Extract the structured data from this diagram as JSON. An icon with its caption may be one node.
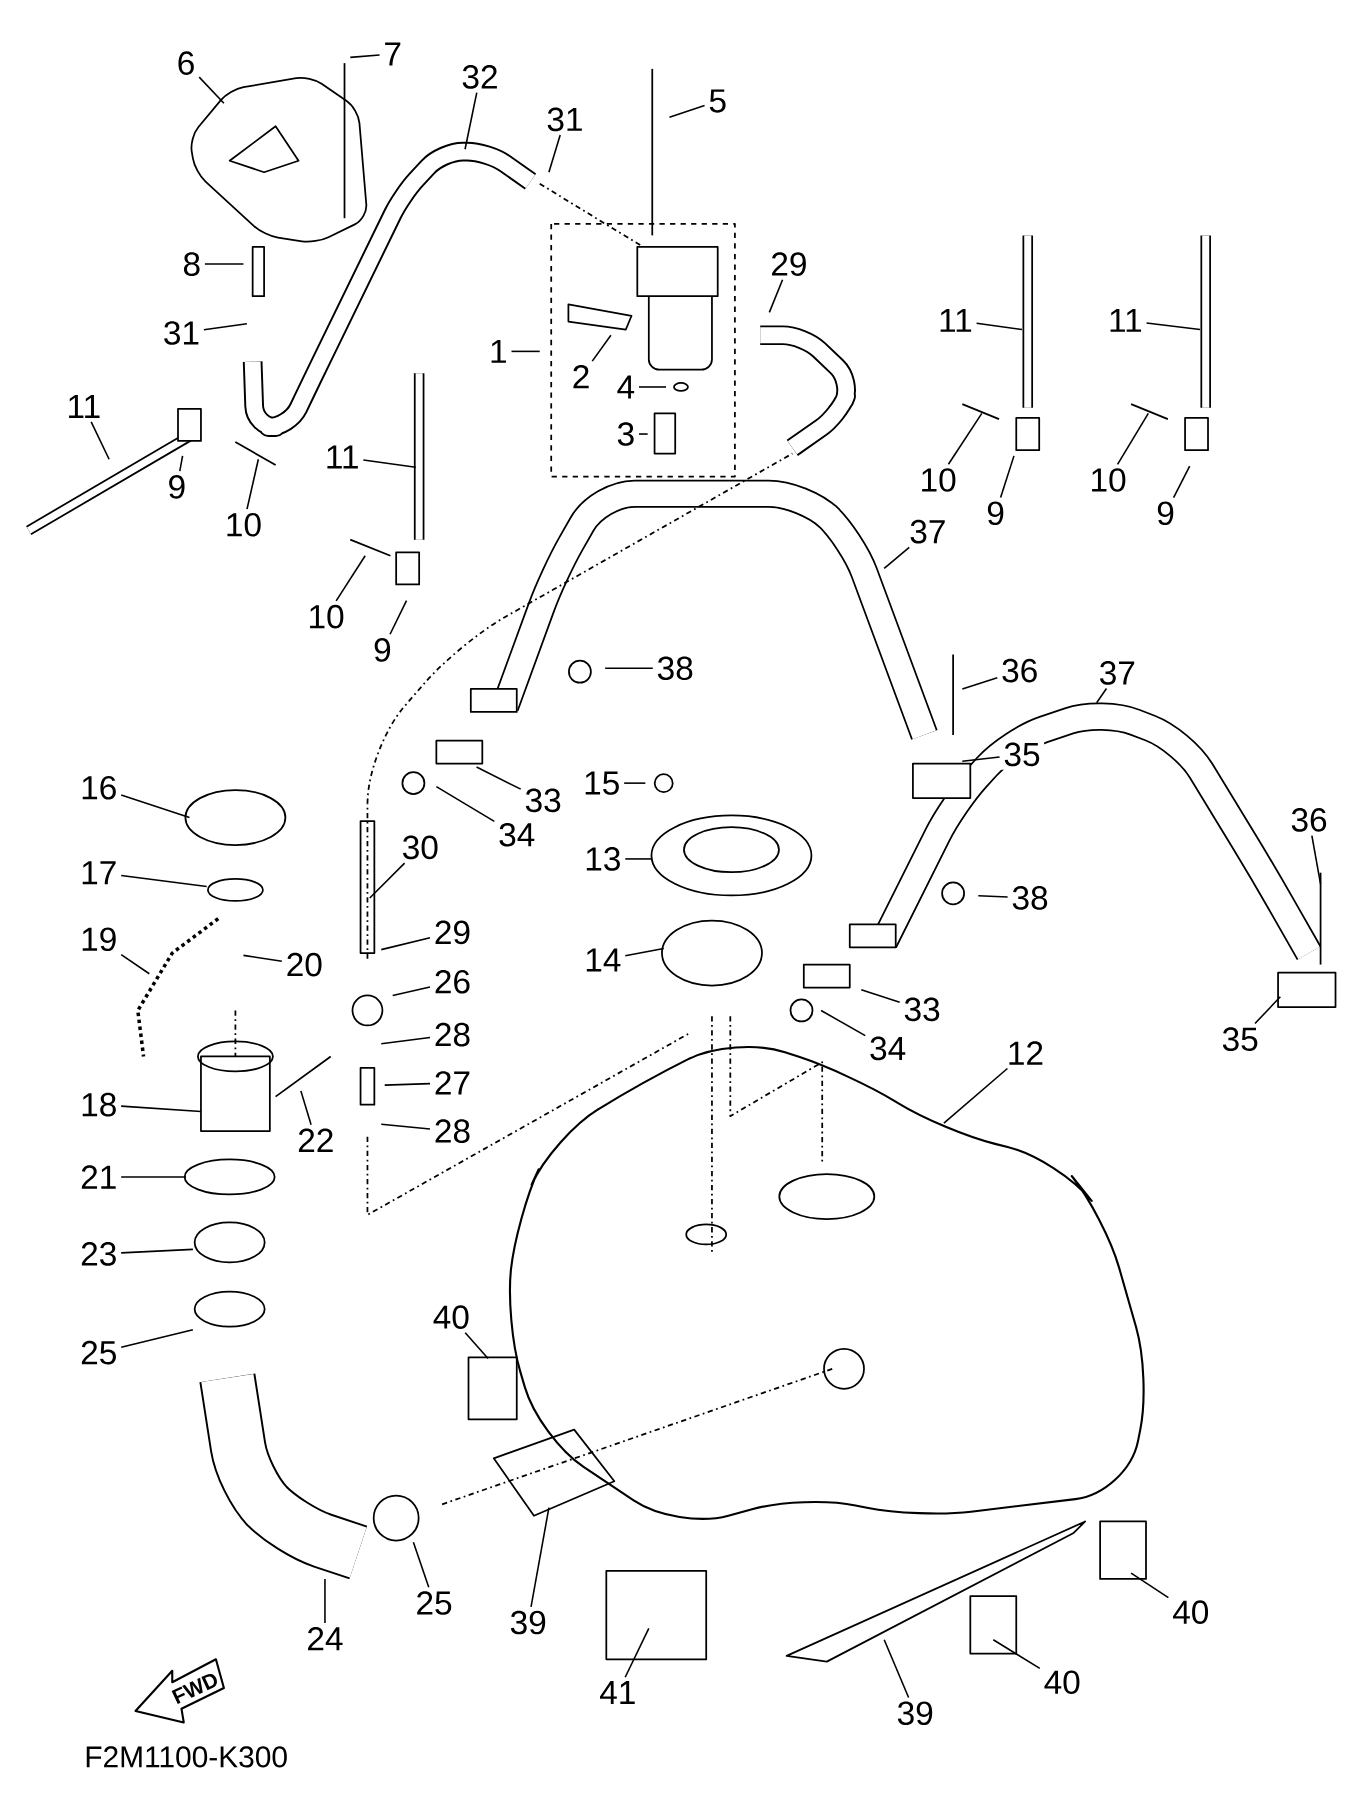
{
  "diagram": {
    "nodes": [
      {
        "text": [
          "6"
        ]
      },
      {
        "text": [
          "7"
        ]
      },
      {
        "text": [
          "32"
        ]
      },
      {
        "text": [
          "31"
        ]
      },
      {
        "text": [
          "5"
        ]
      },
      {
        "text": [
          "8"
        ]
      },
      {
        "text": [
          "29"
        ]
      },
      {
        "text": [
          "31"
        ]
      },
      {
        "text": [
          "1"
        ]
      },
      {
        "text": [
          "2"
        ]
      },
      {
        "text": [
          "4"
        ]
      },
      {
        "text": [
          "3"
        ]
      },
      {
        "text": [
          "11"
        ]
      },
      {
        "text": [
          "9"
        ]
      },
      {
        "text": [
          "10"
        ]
      },
      {
        "text": [
          "11"
        ]
      },
      {
        "text": [
          "10"
        ]
      },
      {
        "text": [
          "9"
        ]
      },
      {
        "text": [
          "11"
        ]
      },
      {
        "text": [
          "10"
        ]
      },
      {
        "text": [
          "9"
        ]
      },
      {
        "text": [
          "11"
        ]
      },
      {
        "text": [
          "10"
        ]
      },
      {
        "text": [
          "9"
        ]
      },
      {
        "text": [
          "37"
        ]
      },
      {
        "text": [
          "38"
        ]
      },
      {
        "text": [
          "36"
        ]
      },
      {
        "text": [
          "37"
        ]
      },
      {
        "text": [
          "35"
        ]
      },
      {
        "text": [
          "33"
        ]
      },
      {
        "text": [
          "34"
        ]
      },
      {
        "text": [
          "16"
        ]
      },
      {
        "text": [
          "15"
        ]
      },
      {
        "text": [
          "30"
        ]
      },
      {
        "text": [
          "13"
        ]
      },
      {
        "text": [
          "36"
        ]
      },
      {
        "text": [
          "38"
        ]
      },
      {
        "text": [
          "17"
        ]
      },
      {
        "text": [
          "19"
        ]
      },
      {
        "text": [
          "29"
        ]
      },
      {
        "text": [
          "20"
        ]
      },
      {
        "text": [
          "14"
        ]
      },
      {
        "text": [
          "26"
        ]
      },
      {
        "text": [
          "33"
        ]
      },
      {
        "text": [
          "34"
        ]
      },
      {
        "text": [
          "35"
        ]
      },
      {
        "text": [
          "12"
        ]
      },
      {
        "text": [
          "28"
        ]
      },
      {
        "text": [
          "27"
        ]
      },
      {
        "text": [
          "18"
        ]
      },
      {
        "text": [
          "22"
        ]
      },
      {
        "text": [
          "28"
        ]
      },
      {
        "text": [
          "21"
        ]
      },
      {
        "text": [
          "23"
        ]
      },
      {
        "text": [
          "40"
        ]
      },
      {
        "text": [
          "25"
        ]
      },
      {
        "text": [
          "25"
        ]
      },
      {
        "text": [
          "39"
        ]
      },
      {
        "text": [
          "24"
        ]
      },
      {
        "text": [
          "40"
        ]
      },
      {
        "text": [
          "41"
        ]
      },
      {
        "text": [
          "40"
        ]
      },
      {
        "text": [
          "39"
        ]
      }
    ],
    "edges": [
      {
        "from": 0,
        "to": null,
        "arrow": "none"
      },
      {
        "from": 1,
        "to": null,
        "arrow": "none"
      },
      {
        "from": 2,
        "to": null,
        "arrow": "none"
      },
      {
        "from": 3,
        "to": null,
        "arrow": "none"
      },
      {
        "from": 4,
        "to": null,
        "arrow": "none"
      },
      {
        "from": 5,
        "to": null,
        "arrow": "none"
      },
      {
        "from": 6,
        "to": null,
        "arrow": "none"
      },
      {
        "from": 7,
        "to": null,
        "arrow": "none"
      },
      {
        "from": 8,
        "to": null,
        "arrow": "none"
      },
      {
        "from": 9,
        "to": null,
        "arrow": "none"
      },
      {
        "from": 10,
        "to": null,
        "arrow": "none"
      },
      {
        "from": 11,
        "to": null,
        "arrow": "none"
      },
      {
        "from": 12,
        "to": null,
        "arrow": "none"
      },
      {
        "from": 13,
        "to": null,
        "arrow": "none"
      },
      {
        "from": 14,
        "to": null,
        "arrow": "none"
      },
      {
        "from": 15,
        "to": null,
        "arrow": "none"
      },
      {
        "from": 16,
        "to": null,
        "arrow": "none"
      },
      {
        "from": 17,
        "to": null,
        "arrow": "none"
      },
      {
        "from": 18,
        "to": null,
        "arrow": "none"
      },
      {
        "from": 19,
        "to": null,
        "arrow": "none"
      },
      {
        "from": 20,
        "to": null,
        "arrow": "none"
      },
      {
        "from": 21,
        "to": null,
        "arrow": "none"
      },
      {
        "from": 22,
        "to": null,
        "arrow": "none"
      },
      {
        "from": 23,
        "to": null,
        "arrow": "none"
      },
      {
        "from": 24,
        "to": null,
        "arrow": "none"
      },
      {
        "from": 25,
        "to": null,
        "arrow": "none"
      },
      {
        "from": 26,
        "to": null,
        "arrow": "none"
      },
      {
        "from": 27,
        "to": null,
        "arrow": "none"
      },
      {
        "from": 28,
        "to": null,
        "arrow": "none"
      },
      {
        "from": 29,
        "to": null,
        "arrow": "none"
      },
      {
        "from": 30,
        "to": null,
        "arrow": "none"
      },
      {
        "from": 31,
        "to": null,
        "arrow": "none"
      },
      {
        "from": 32,
        "to": null,
        "arrow": "none"
      },
      {
        "from": 33,
        "to": null,
        "arrow": "none"
      },
      {
        "from": 34,
        "to": null,
        "arrow": "none"
      },
      {
        "from": 35,
        "to": null,
        "arrow": "none"
      },
      {
        "from": 36,
        "to": null,
        "arrow": "none"
      },
      {
        "from": 37,
        "to": null,
        "arrow": "none"
      },
      {
        "from": 38,
        "to": null,
        "arrow": "none"
      },
      {
        "from": 39,
        "to": null,
        "arrow": "none"
      },
      {
        "from": 40,
        "to": null,
        "arrow": "none"
      },
      {
        "from": 41,
        "to": null,
        "arrow": "none"
      },
      {
        "from": 42,
        "to": null,
        "arrow": "none"
      },
      {
        "from": 43,
        "to": null,
        "arrow": "none"
      },
      {
        "from": 44,
        "to": null,
        "arrow": "none"
      },
      {
        "from": 45,
        "to": null,
        "arrow": "none"
      },
      {
        "from": 46,
        "to": null,
        "arrow": "none"
      },
      {
        "from": 47,
        "to": null,
        "arrow": "none"
      },
      {
        "from": 48,
        "to": null,
        "arrow": "none"
      },
      {
        "from": 49,
        "to": null,
        "arrow": "none"
      },
      {
        "from": 50,
        "to": null,
        "arrow": "none"
      },
      {
        "from": 51,
        "to": null,
        "arrow": "none"
      },
      {
        "from": 52,
        "to": null,
        "arrow": "none"
      },
      {
        "from": 53,
        "to": null,
        "arrow": "none"
      },
      {
        "from": 54,
        "to": null,
        "arrow": "none"
      },
      {
        "from": 55,
        "to": null,
        "arrow": "none"
      },
      {
        "from": 56,
        "to": null,
        "arrow": "none"
      },
      {
        "from": 57,
        "to": null,
        "arrow": "none"
      },
      {
        "from": 58,
        "to": null,
        "arrow": "none"
      },
      {
        "from": 59,
        "to": null,
        "arrow": "none"
      },
      {
        "from": 60,
        "to": null,
        "arrow": "none"
      },
      {
        "from": 61,
        "to": null,
        "arrow": "none"
      },
      {
        "from": 62,
        "to": null,
        "arrow": "none"
      }
    ],
    "labels": [
      "FWD",
      "F2M1100-K300"
    ]
  }
}
